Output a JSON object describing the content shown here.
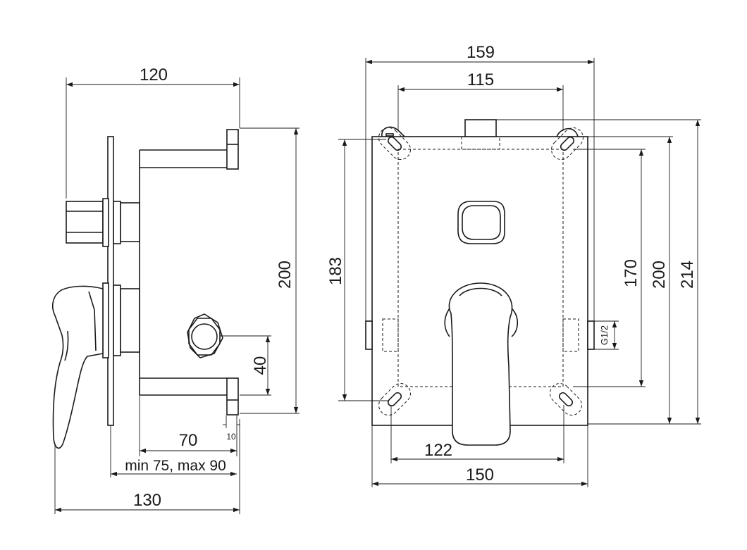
{
  "side_view": {
    "overall_top": "120",
    "height": "200",
    "outlet_offset": "40",
    "depth_70": "70",
    "flange_10": "10",
    "install_depth": "min 75, max 90",
    "overall_bottom": "130"
  },
  "front_view": {
    "width_top": "159",
    "width_inner": "115",
    "height_183": "183",
    "height_170": "170",
    "height_200": "200",
    "height_214": "214",
    "thread": "G1/2",
    "width_122": "122",
    "width_150": "150"
  }
}
